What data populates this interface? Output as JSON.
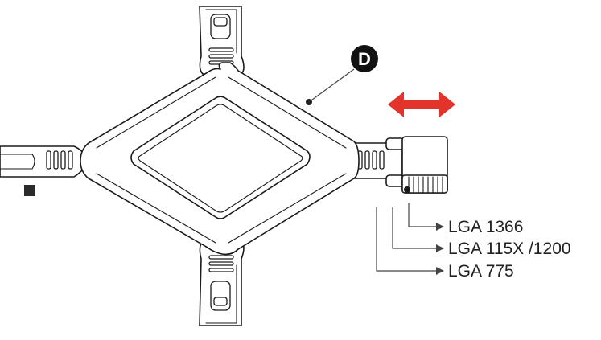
{
  "callout": {
    "letter": "D"
  },
  "labels": [
    "LGA 1366",
    "LGA 115X /1200",
    "LGA 775"
  ],
  "colors": {
    "arrow": "#e2342a",
    "callout_bg": "#111111",
    "ink": "#1a1a1a"
  }
}
